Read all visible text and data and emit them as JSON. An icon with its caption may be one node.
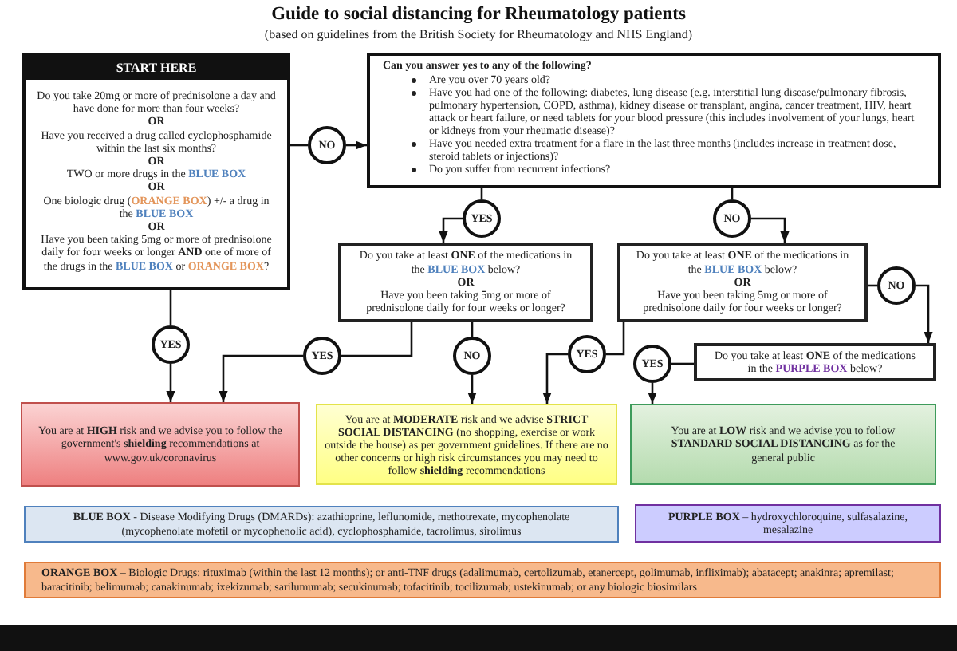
{
  "diagram": {
    "title": "Guide to social distancing for Rheumatology patients",
    "labels": [
      "(based on guidelines from the British Society for Rheumatology and NHS England)"
    ],
    "nodes": [
      {
        "text": [
          "START HERE",
          "Do you take 20mg or more of prednisolone a day and have done for more than four weeks?",
          "OR",
          "Have you received a drug called cyclophosphamide within the last six months?",
          "OR",
          "TWO or more drugs in the **BLUE BOX**",
          "OR",
          "One biologic drug (**ORANGE BOX**) +/- a drug in the **BLUE BOX**",
          "OR",
          "Have you been taking 5mg or more of prednisolone daily for four weeks or longer **AND** one of more of the drugs in the **BLUE BOX** or **ORANGE BOX**?"
        ]
      },
      {
        "text": [
          "NO"
        ]
      },
      {
        "text": [
          "Can you answer yes to any of the following?",
          "Are you over 70 years old?",
          "Have you had one of the following: diabetes, lung disease (e.g. interstitial lung disease/pulmonary fibrosis, pulmonary hypertension, COPD, asthma), kidney disease or transplant, angina, cancer treatment, HIV, heart attack or heart failure, or need tablets for your blood pressure (this includes involvement of your lungs, heart or kidneys from your rheumatic disease)?",
          "Have you needed extra treatment for a flare in the last three months (includes increase in treatment dose, steroid tablets or injections)?",
          "Do you suffer from recurrent infections?"
        ]
      },
      {
        "text": [
          "YES"
        ]
      },
      {
        "text": [
          "NO"
        ]
      },
      {
        "text": [
          "Do you take at least **ONE** of the medications in the **BLUE BOX** below?",
          "OR",
          "Have you been taking 5mg or more of prednisolone daily for four weeks or longer?"
        ]
      },
      {
        "text": [
          "Do you take at least **ONE** of the medications in the **BLUE BOX** below?",
          "OR",
          "Have you been taking 5mg or more of prednisolone daily for four weeks or longer?"
        ]
      },
      {
        "text": [
          "NO"
        ]
      },
      {
        "text": [
          "YES"
        ]
      },
      {
        "text": [
          "YES"
        ]
      },
      {
        "text": [
          "NO"
        ]
      },
      {
        "text": [
          "YES"
        ]
      },
      {
        "text": [
          "YES"
        ]
      },
      {
        "text": [
          "Do you take at least **ONE** of the medications in the **PURPLE BOX** below?"
        ]
      },
      {
        "text": [
          "You are at **HIGH** risk and we advise you to follow the government's **shielding** recommendations at www.gov.uk/coronavirus"
        ]
      },
      {
        "text": [
          "You are at **MODERATE** risk and we advise **STRICT SOCIAL DISTANCING** (no shopping, exercise or work outside the house) as per government guidelines. If there are no other concerns or high risk circumstances you may need to follow **shielding** recommendations"
        ]
      },
      {
        "text": [
          "You are at **LOW** risk and we advise you to follow **STANDARD SOCIAL DISTANCING** as for the general public"
        ]
      },
      {
        "text": [
          "**BLUE BOX** - Disease Modifying Drugs (DMARDs): azathioprine, leflunomide, methotrexate, mycophenolate (mycophenolate mofetil or mycophenolic acid), cyclophosphamide, tacrolimus, sirolimus"
        ]
      },
      {
        "text": [
          "**PURPLE BOX** – hydroxychloroquine, sulfasalazine, mesalazine"
        ]
      },
      {
        "text": [
          "**ORANGE BOX** – Biologic Drugs: rituximab (within the last 12 months); or anti-TNF drugs (adalimumab, certolizumab, etanercept, golimumab, infliximab); abatacept; anakinra; apremilast; baracitinib; belimumab; canakinumab; ixekizumab; sarilumumab; secukinumab; tofacitinib; tocilizumab; ustekinumab; or any biologic biosimilars"
        ]
      },
      {
        "text": [],
        "shape": "bar"
      }
    ],
    "edges": [
      {
        "from": 0,
        "to": 1,
        "arrow": "none"
      },
      {
        "from": 1,
        "to": 2,
        "arrow": "to"
      },
      {
        "from": 2,
        "to": 3,
        "arrow": "none"
      },
      {
        "from": 3,
        "to": 5,
        "arrow": "to"
      },
      {
        "from": 2,
        "to": 4,
        "arrow": "none"
      },
      {
        "from": 4,
        "to": 6,
        "arrow": "to"
      },
      {
        "from": 6,
        "to": 7,
        "arrow": "none"
      },
      {
        "from": 7,
        "to": 13,
        "arrow": "to"
      },
      {
        "from": 0,
        "to": 8,
        "arrow": "none"
      },
      {
        "from": 8,
        "to": 14,
        "arrow": "to"
      },
      {
        "from": 5,
        "to": 9,
        "arrow": "none"
      },
      {
        "from": 9,
        "to": 14,
        "arrow": "to"
      },
      {
        "from": 5,
        "to": 10,
        "arrow": "none"
      },
      {
        "from": 10,
        "to": 15,
        "arrow": "to"
      },
      {
        "from": 6,
        "to": 11,
        "arrow": "none"
      },
      {
        "from": 11,
        "to": 15,
        "arrow": "to"
      },
      {
        "from": 13,
        "to": 12,
        "arrow": "none"
      },
      {
        "from": 12,
        "to": 16,
        "arrow": "to"
      }
    ]
  }
}
